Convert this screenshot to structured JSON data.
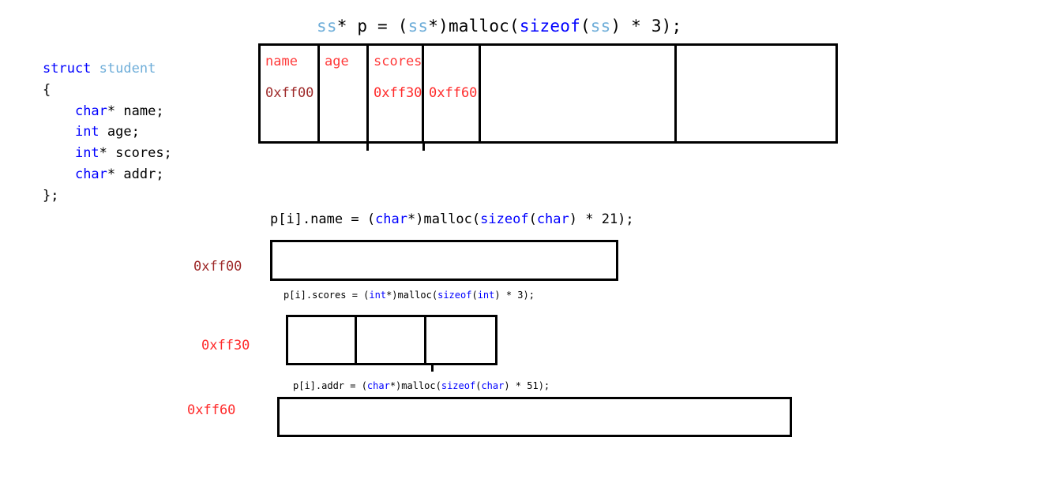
{
  "diagram": {
    "title_statement": {
      "tokens": [
        {
          "t": "ss",
          "c": "type"
        },
        {
          "t": "* p = (",
          "c": "plain"
        },
        {
          "t": "ss",
          "c": "type"
        },
        {
          "t": "*)malloc(",
          "c": "plain"
        },
        {
          "t": "sizeof",
          "c": "kw"
        },
        {
          "t": "(",
          "c": "plain"
        },
        {
          "t": "ss",
          "c": "type"
        },
        {
          "t": ") * 3);",
          "c": "plain"
        }
      ],
      "text": "ss* p = (ss*)malloc(sizeof(ss) * 3);"
    },
    "struct_definition": {
      "lines": [
        {
          "text": "struct student",
          "tokens": [
            {
              "t": "struct",
              "c": "kw"
            },
            {
              "t": " ",
              "c": "plain"
            },
            {
              "t": "student",
              "c": "type"
            }
          ]
        },
        {
          "text": "{",
          "tokens": [
            {
              "t": "{",
              "c": "plain"
            }
          ]
        },
        {
          "text": "    char* name;",
          "tokens": [
            {
              "t": "    ",
              "c": "plain"
            },
            {
              "t": "char",
              "c": "kw"
            },
            {
              "t": "* name;",
              "c": "plain"
            }
          ]
        },
        {
          "text": "    int age;",
          "tokens": [
            {
              "t": "    ",
              "c": "plain"
            },
            {
              "t": "int",
              "c": "kw"
            },
            {
              "t": " age;",
              "c": "plain"
            }
          ]
        },
        {
          "text": "    int* scores;",
          "tokens": [
            {
              "t": "    ",
              "c": "plain"
            },
            {
              "t": "int",
              "c": "kw"
            },
            {
              "t": "* scores;",
              "c": "plain"
            }
          ]
        },
        {
          "text": "    char* addr;",
          "tokens": [
            {
              "t": "    ",
              "c": "plain"
            },
            {
              "t": "char",
              "c": "kw"
            },
            {
              "t": "* addr;",
              "c": "plain"
            }
          ]
        },
        {
          "text": "};",
          "tokens": [
            {
              "t": "};",
              "c": "plain"
            }
          ]
        }
      ]
    },
    "struct_table": {
      "cells": [
        {
          "header": "name",
          "address": "0xff00",
          "address_color": "#9e2a2a"
        },
        {
          "header": "age",
          "address": "",
          "address_color": "#ff2a2a"
        },
        {
          "header": "scores",
          "address": "0xff30",
          "address_color": "#ff2a2a"
        },
        {
          "header": "",
          "address": "0xff60",
          "address_color": "#ff2a2a"
        },
        {
          "header": "",
          "address": "",
          "address_color": "#ff2a2a"
        },
        {
          "header": "",
          "address": "",
          "address_color": "#ff2a2a"
        }
      ]
    },
    "allocations": [
      {
        "id": "name",
        "address_label": "0xff00",
        "address_color": "#9e2a2a",
        "statement_text": "p[i].name = (char*)malloc(sizeof(char) * 21);",
        "statement_tokens": [
          {
            "t": "p[i].name = (",
            "c": "plain"
          },
          {
            "t": "char",
            "c": "kw"
          },
          {
            "t": "*)malloc(",
            "c": "plain"
          },
          {
            "t": "sizeof",
            "c": "kw"
          },
          {
            "t": "(",
            "c": "plain"
          },
          {
            "t": "char",
            "c": "kw"
          },
          {
            "t": ") * 21);",
            "c": "plain"
          }
        ],
        "segments": 1,
        "size": 21
      },
      {
        "id": "scores",
        "address_label": "0xff30",
        "address_color": "#ff2a2a",
        "statement_text": "p[i].scores = (int*)malloc(sizeof(int) * 3);",
        "statement_tokens": [
          {
            "t": "p[i].scores = (",
            "c": "plain"
          },
          {
            "t": "int",
            "c": "kw"
          },
          {
            "t": "*)malloc(",
            "c": "plain"
          },
          {
            "t": "sizeof",
            "c": "kw"
          },
          {
            "t": "(",
            "c": "plain"
          },
          {
            "t": "int",
            "c": "kw"
          },
          {
            "t": ") * 3);",
            "c": "plain"
          }
        ],
        "segments": 3,
        "size": 3
      },
      {
        "id": "addr",
        "address_label": "0xff60",
        "address_color": "#ff2a2a",
        "statement_text": "p[i].addr = (char*)malloc(sizeof(char) * 51);",
        "statement_tokens": [
          {
            "t": "p[i].addr = (",
            "c": "plain"
          },
          {
            "t": "char",
            "c": "kw"
          },
          {
            "t": "*)malloc(",
            "c": "plain"
          },
          {
            "t": "sizeof",
            "c": "kw"
          },
          {
            "t": "(",
            "c": "plain"
          },
          {
            "t": "char",
            "c": "kw"
          },
          {
            "t": ") * 51);",
            "c": "plain"
          }
        ],
        "segments": 1,
        "size": 51
      }
    ],
    "colors": {
      "keyword": "#0000ff",
      "typename": "#6faed9",
      "plain": "#000000",
      "header_red": "#ff3b3b",
      "address_dark_red": "#9e2a2a",
      "address_red": "#ff2a2a",
      "border": "#000000",
      "background": "#ffffff"
    }
  }
}
